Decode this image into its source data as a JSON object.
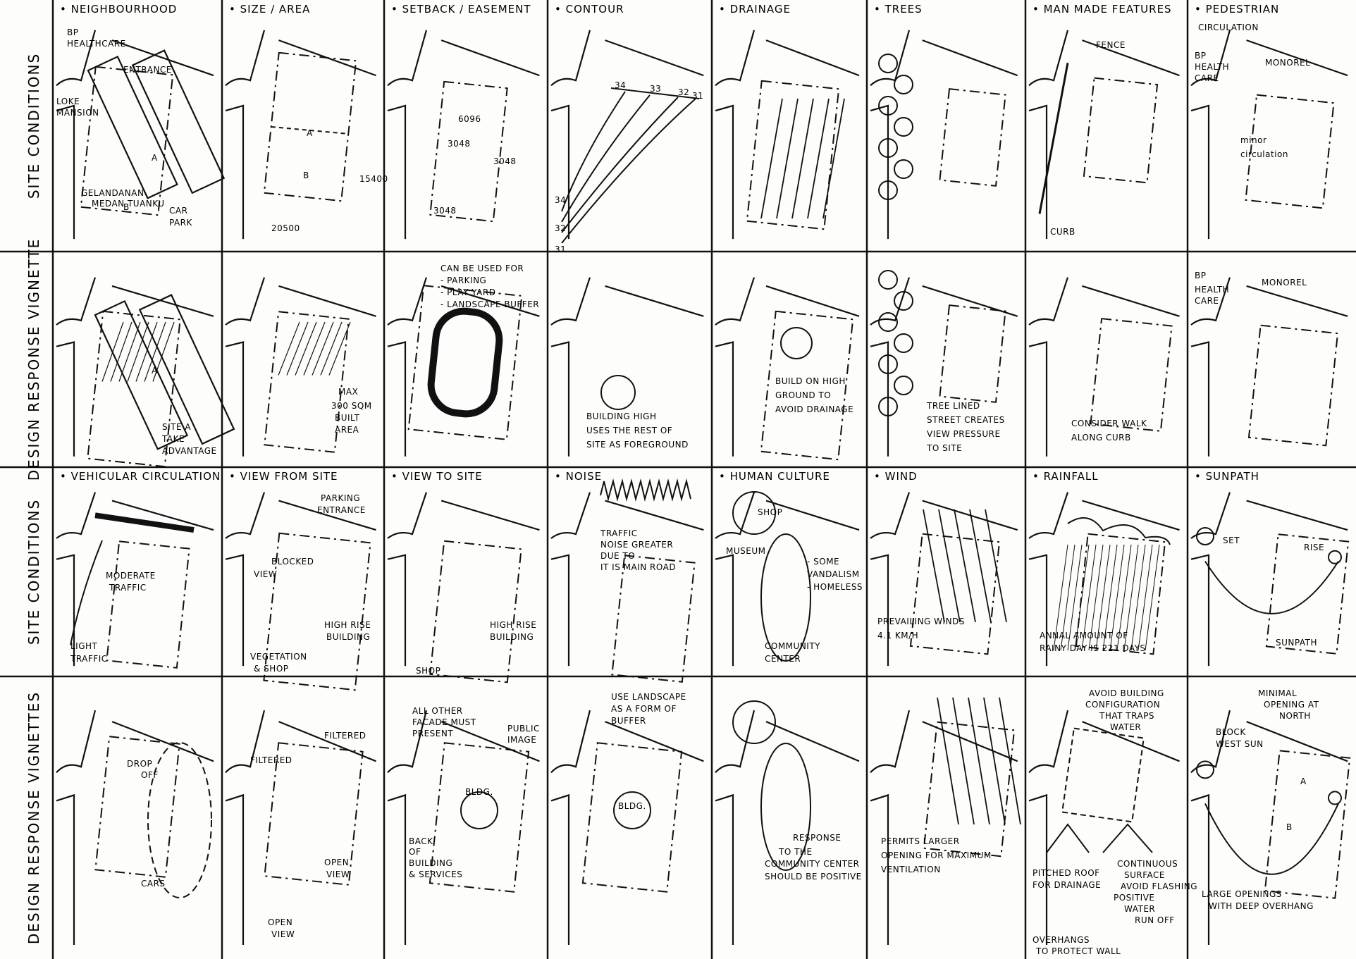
{
  "row_labels": [
    "SITE CONDITIONS",
    "DESIGN RESPONSE VIGNETTE",
    "SITE CONDITIONS",
    "DESIGN RESPONSE VIGNETTES"
  ],
  "cells": [
    {
      "title": "• NEIGHBOURHOOD",
      "notes": [
        "BP",
        "HEALTHCARE",
        "ENTRANCE",
        "LOKE",
        "MANSION",
        "GELANDANAN",
        "MEDAN TUANKU",
        "A",
        "B",
        "CAR",
        "PARK"
      ]
    },
    {
      "title": "• SIZE / AREA",
      "notes": [
        "A",
        "B",
        "15400",
        "20500"
      ]
    },
    {
      "title": "• SETBACK / EASEMENT",
      "notes": [
        "6096",
        "3048",
        "3048",
        "3048"
      ]
    },
    {
      "title": "• CONTOUR",
      "notes": [
        "34",
        "33",
        "32",
        "31",
        "34",
        "32",
        "31"
      ]
    },
    {
      "title": "• DRAINAGE",
      "notes": []
    },
    {
      "title": "• TREES",
      "notes": []
    },
    {
      "title": "• MAN MADE FEATURES",
      "notes": [
        "FENCE",
        "CURB"
      ]
    },
    {
      "title": "• PEDESTRIAN",
      "notes": [
        "CIRCULATION",
        "BP",
        "HEALTH",
        "CARE",
        "MONOREL",
        "minor",
        "circulation"
      ]
    },
    {
      "title": "",
      "notes": [
        "A",
        "SITE A",
        "TAKE",
        "ADVANTAGE"
      ]
    },
    {
      "title": "",
      "notes": [
        "MAX",
        "300 SQM",
        "BUILT",
        "AREA"
      ]
    },
    {
      "title": "",
      "notes": [
        "CAN BE USED FOR",
        "- PARKING",
        "- PLAY YARD",
        "- LANDSCAPE BUFFER"
      ]
    },
    {
      "title": "",
      "notes": [
        "BUILDING HIGH",
        "USES THE REST OF",
        "SITE AS FOREGROUND"
      ]
    },
    {
      "title": "",
      "notes": [
        "BUILD ON HIGH",
        "GROUND TO",
        "AVOID DRAINAGE"
      ]
    },
    {
      "title": "",
      "notes": [
        "TREE LINED",
        "STREET CREATES",
        "VIEW PRESSURE",
        "TO SITE"
      ]
    },
    {
      "title": "",
      "notes": [
        "CONSIDER WALK",
        "ALONG CURB"
      ]
    },
    {
      "title": "",
      "notes": [
        "BP",
        "HEALTH",
        "CARE",
        "MONOREL"
      ]
    },
    {
      "title": "• VEHICULAR CIRCULATION",
      "notes": [
        "MODERATE",
        "TRAFFIC",
        "LIGHT",
        "TRAFFIC"
      ]
    },
    {
      "title": "• VIEW FROM SITE",
      "notes": [
        "PARKING",
        "ENTRANCE",
        "BLOCKED",
        "VIEW",
        "HIGH RISE",
        "BUILDING",
        "VEGETATION",
        "& SHOP"
      ]
    },
    {
      "title": "• VIEW TO SITE",
      "notes": [
        "HIGH RISE",
        "BUILDING",
        "SHOP"
      ]
    },
    {
      "title": "• NOISE",
      "notes": [
        "TRAFFIC",
        "NOISE GREATER",
        "DUE TO",
        "IT IS MAIN ROAD"
      ]
    },
    {
      "title": "• HUMAN CULTURE",
      "notes": [
        "SHOP",
        "MUSEUM",
        "- SOME",
        "VANDALISM",
        "- HOMELESS",
        "COMMUNITY",
        "CENTER"
      ]
    },
    {
      "title": "• WIND",
      "notes": [
        "PREVAILING WINDS",
        "4.1 KM/H"
      ]
    },
    {
      "title": "• RAINFALL",
      "notes": [
        "ANNAL AMOUNT OF",
        "RAINY DAY IS 221 DAYS"
      ]
    },
    {
      "title": "• SUNPATH",
      "notes": [
        "SET",
        "RISE",
        "SUNPATH"
      ]
    },
    {
      "title": "",
      "notes": [
        "DROP",
        "OFF",
        "CARS"
      ]
    },
    {
      "title": "",
      "notes": [
        "FILTERED",
        "FILTERED",
        "OPEN",
        "VIEW",
        "OPEN",
        "VIEW"
      ]
    },
    {
      "title": "",
      "notes": [
        "ALL OTHER",
        "FACADE MUST",
        "PRESENT",
        "PUBLIC",
        "IMAGE",
        "BLDG.",
        "BACK",
        "OF",
        "BUILDING",
        "& SERVICES"
      ]
    },
    {
      "title": "",
      "notes": [
        "USE LANDSCAPE",
        "AS A FORM OF",
        "BUFFER",
        "BLDG."
      ]
    },
    {
      "title": "",
      "notes": [
        "RESPONSE",
        "TO THE",
        "COMMUNITY CENTER",
        "SHOULD BE POSITIVE"
      ]
    },
    {
      "title": "",
      "notes": [
        "PERMITS LARGER",
        "OPENING FOR MAXIMUM",
        "VENTILATION"
      ]
    },
    {
      "title": "",
      "notes": [
        "AVOID BUILDING",
        "CONFIGURATION",
        "THAT TRAPS",
        "WATER",
        "PITCHED ROOF",
        "FOR DRAINAGE",
        "CONTINUOUS",
        "SURFACE",
        "AVOID FLASHING",
        "POSITIVE",
        "WATER",
        "RUN OFF",
        "OVERHANGS",
        "TO PROTECT WALL"
      ]
    },
    {
      "title": "",
      "notes": [
        "MINIMAL",
        "OPENING AT",
        "NORTH",
        "BLOCK",
        "WEST SUN",
        "A",
        "B",
        "LARGE OPENINGS",
        "WITH DEEP OVERHANG"
      ]
    }
  ]
}
